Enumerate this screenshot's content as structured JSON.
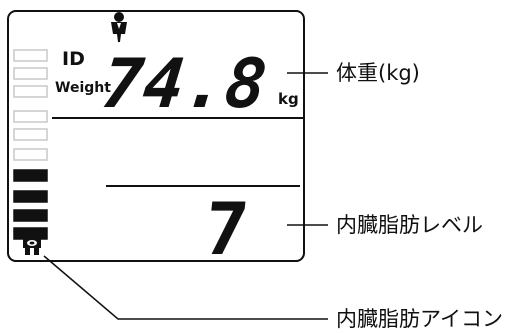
{
  "display": {
    "id_label": "ID",
    "weight_label": "Weight",
    "weight_value": "74.8",
    "weight_unit": "kg",
    "visceral_level_value": "7",
    "level_bar_count": 10,
    "level_bars_filled": 4,
    "person_icon": "person-icon",
    "visceral_fat_icon": "visceral-fat-icon"
  },
  "callouts": {
    "weight": "体重(kg)",
    "visceral_level": "内臓脂肪レベル",
    "visceral_icon": "内臓脂肪アイコン"
  }
}
